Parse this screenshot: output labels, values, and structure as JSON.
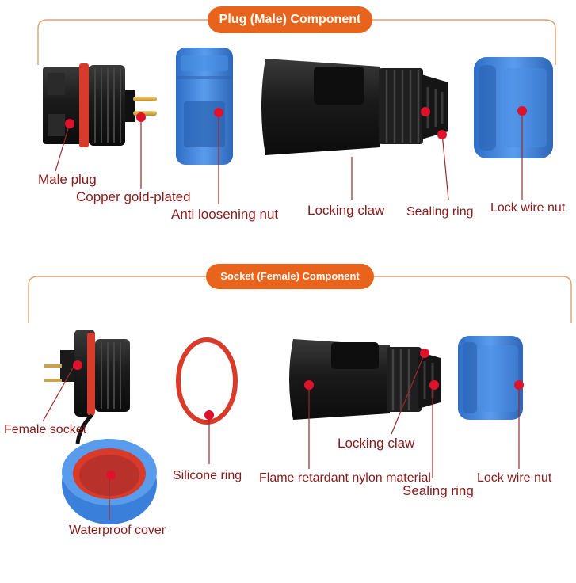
{
  "sections": {
    "plug_title": "Plug (Male) Component",
    "socket_title": "Socket (Female) Component"
  },
  "labels": {
    "male_plug": "Male plug",
    "copper_gold_plated": "Copper gold-plated",
    "anti_loosening_nut": "Anti loosening nut",
    "locking_claw_top": "Locking claw",
    "sealing_ring_top": "Sealing ring",
    "lock_wire_nut_top": "Lock wire nut",
    "female_socket": "Female socket",
    "silicone_ring": "Silicone ring",
    "waterproof_cover": "Waterproof cover",
    "locking_claw_bottom": "Locking claw",
    "flame_retardant": "Flame retardant nylon material",
    "sealing_ring_bottom": "Sealing ring",
    "lock_wire_nut_bottom": "Lock wire nut"
  },
  "colors": {
    "accent": "#e8641c",
    "label_text": "#8a1a1a",
    "marker": "#e0112b",
    "bracket": "#e0a070",
    "nut_blue": "#3a7fd9",
    "body_black": "#1c1c1c",
    "gasket_red": "#d83b2a"
  }
}
